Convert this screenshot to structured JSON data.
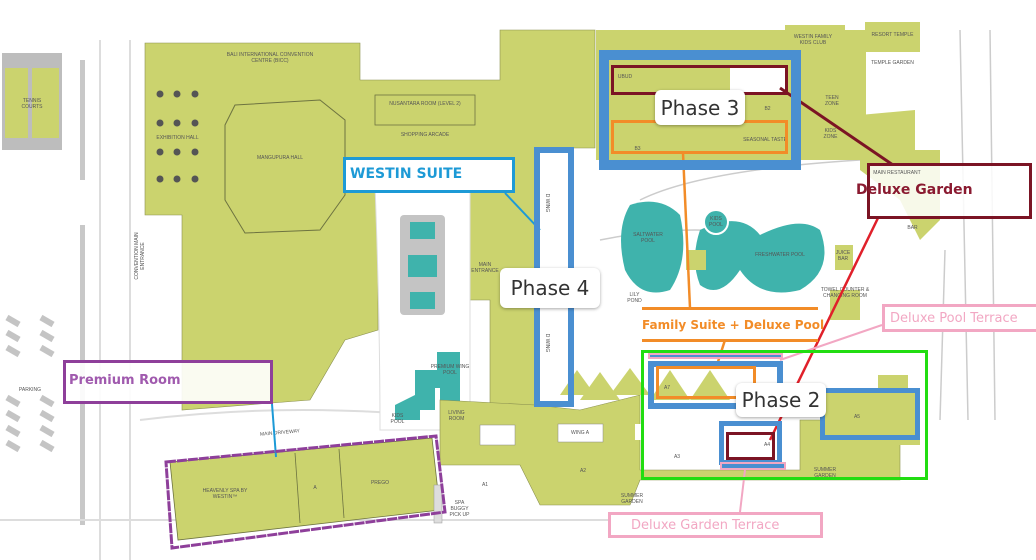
{
  "map": {
    "colors": {
      "building": "#cbd36e",
      "pool": "#3fb3ac",
      "road": "#bdbdbd",
      "phase_blue": "#4a8fd1",
      "westin_blue": "#1d9ad6",
      "deluxe_garden": "#7b1424",
      "orange": "#f28c28",
      "pink": "#f2a7c3",
      "green": "#22dd11",
      "purple": "#8e3f9a",
      "red": "#e0202a"
    },
    "places": {
      "tennis": "TENNIS COURTS",
      "bicc": "BALI INTERNATIONAL CONVENTION CENTRE (BICC)",
      "exhibition": "EXHIBITION HALL",
      "mangupura": "MANGUPURA HALL",
      "nusantara": "NUSANTARA ROOM (LEVEL 2)",
      "arcade": "SHOPPING ARCADE",
      "main_entrance": "MAIN ENTRANCE",
      "convention_entrance": "CONVENTION MAIN ENTRANCE",
      "parking": "PARKING",
      "driveway": "MAIN DRIVEWAY",
      "spa": "HEAVENLY SPA BY WESTIN™",
      "spa_a": "A",
      "prego": "PREGO",
      "spa_buggy": "SPA BUGGY PICK UP",
      "kids_pool": "KIDS POOL",
      "premium_pool": "PREMIUM WING POOL",
      "living_room": "LIVING ROOM",
      "wing_a": "WING A",
      "a1": "A1",
      "a2": "A2",
      "a3": "A3",
      "a4": "A4",
      "a5": "A5",
      "a7": "A7",
      "summer_garden": "SUMMER GARDEN",
      "summer_garden2": "SUMMER GARDEN",
      "lily_pond": "LILY POND",
      "saltwater": "SALTWATER POOL",
      "freshwater": "FRESHWATER POOL",
      "kids_pool2": "KIDS POOL",
      "kids_club": "WESTIN FAMILY KIDS CLUB",
      "resort_temple": "RESORT TEMPLE",
      "temple_garden": "TEMPLE GARDEN",
      "teen_zone": "TEEN ZONE",
      "kids_zone": "KIDS ZONE",
      "restaurant": "MAIN RESTAURANT",
      "juice_bar": "JUICE BAR",
      "bar": "BAR",
      "towel": "TOWEL COUNTER & CHANGING ROOM",
      "seasonal": "SEASONAL TASTE",
      "b2": "B2",
      "b3": "B3",
      "wing_d": "D WING",
      "wing_d2": "D WING",
      "ubud": "UBUD"
    },
    "overlays": {
      "westin_suite": "WESTIN SUITE",
      "phase4": "Phase 4",
      "phase3": "Phase 3",
      "phase2": "Phase 2",
      "deluxe_garden": "Deluxe Garden",
      "family_suite": "Family Suite + Deluxe Pool",
      "deluxe_pool_terrace": "Deluxe Pool Terrace",
      "premium_room": "Premium Room",
      "deluxe_garden_terrace": "Deluxe Garden Terrace"
    }
  }
}
